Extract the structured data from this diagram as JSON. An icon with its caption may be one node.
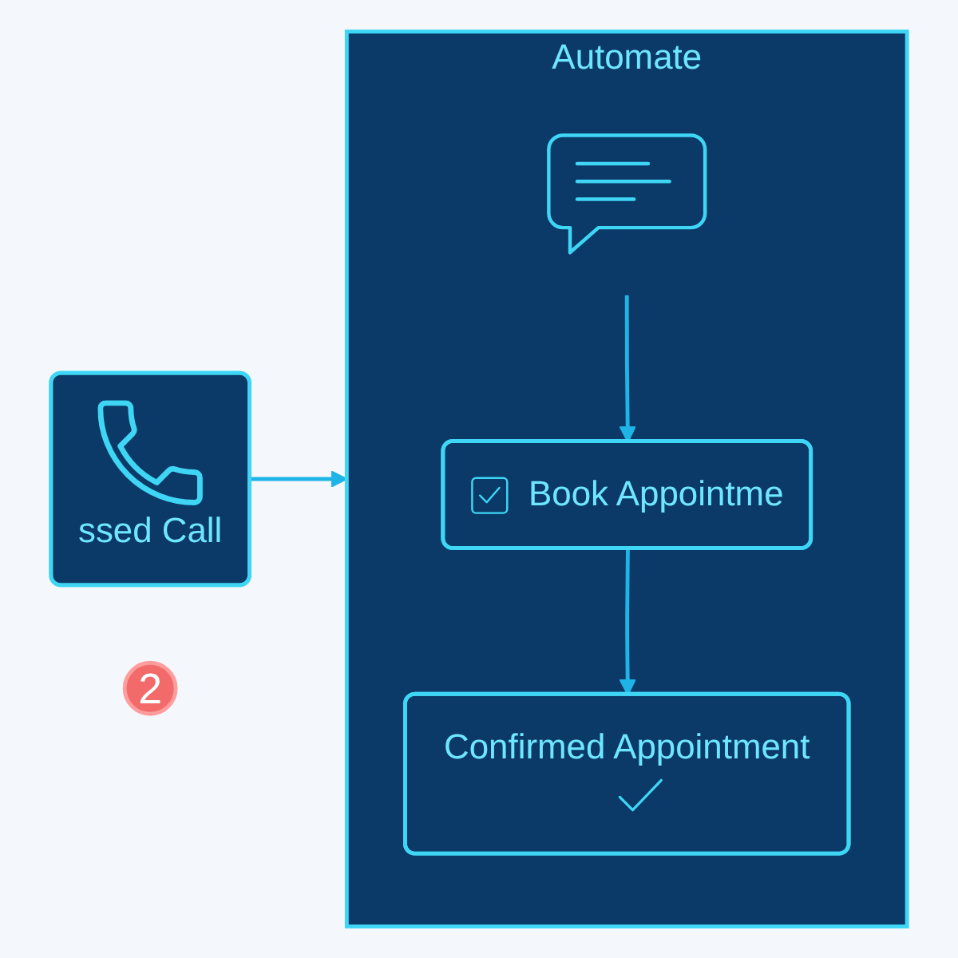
{
  "diagram": {
    "nodes": [
      {
        "text": [
          "ssed Call"
        ]
      },
      {
        "text": [
          "2"
        ]
      },
      {
        "text": [
          "Automate"
        ]
      },
      {
        "text": [],
        "shape": "picture",
        "in": 2
      },
      {
        "text": [
          "Book Appointme"
        ],
        "in": 2
      },
      {
        "text": [
          "Confirmed Appointment"
        ],
        "in": 2
      }
    ],
    "edges": [
      {
        "from": 0,
        "to": 2,
        "arrow": "to"
      },
      {
        "from": 3,
        "to": 4,
        "arrow": "to"
      },
      {
        "from": 4,
        "to": 5,
        "arrow": "to"
      }
    ]
  }
}
